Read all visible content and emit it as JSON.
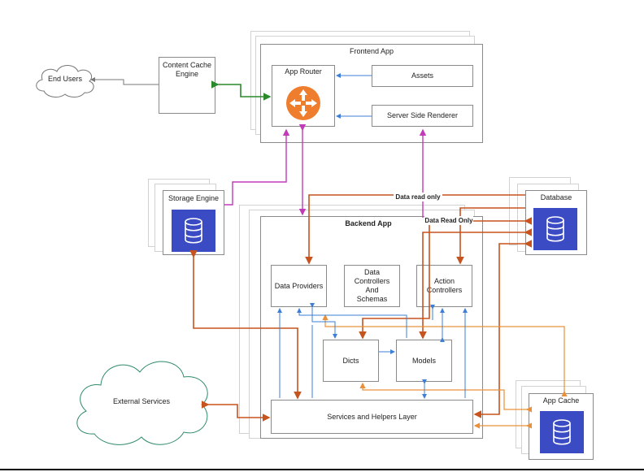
{
  "nodes": {
    "end_users": "End Users",
    "content_cache": "Content Cache Engine",
    "frontend_app": "Frontend App",
    "app_router": "App Router",
    "assets": "Assets",
    "ssr": "Server Side Renderer",
    "storage_engine": "Storage Engine",
    "database": "Database",
    "backend_app": "Backend App",
    "data_providers": "Data Providers",
    "data_controllers": "Data Controllers And Schemas",
    "action_controllers": "Action Controllers",
    "dicts": "Dicts",
    "models": "Models",
    "external_services": "External Services",
    "services_helpers": "Services and Helpers Layer",
    "app_cache": "App Cache"
  },
  "edge_labels": {
    "data_read_only_1": "Data read only",
    "data_read_only_2": "Data Read Only"
  },
  "colors": {
    "blue": "#3d7fd6",
    "green": "#2a8a2a",
    "magenta": "#c23ab8",
    "rust": "#c7531e",
    "orange": "#e9903a",
    "gray": "#777777",
    "db_fill": "#3a4bc4",
    "router_fill": "#ef7d2e"
  }
}
